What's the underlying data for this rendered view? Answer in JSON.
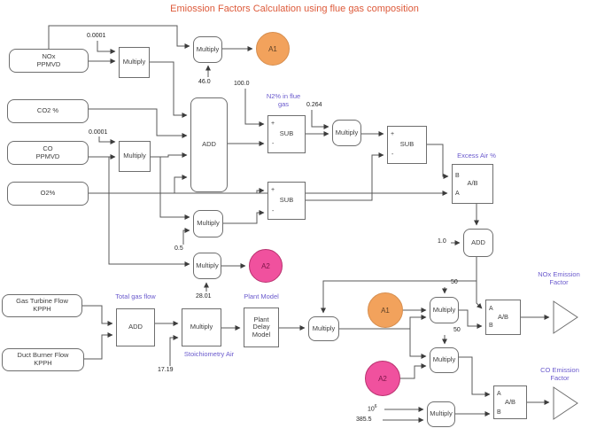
{
  "title": "Emiossion Factors Calculation using flue gas composition",
  "colors": {
    "title": "#dd5a3a",
    "annotation": "#6a5acd",
    "a1_fill": "#f2a25c",
    "a1_border": "#d68e4f",
    "a2_fill": "#f0519e",
    "a2_border": "#b8326f",
    "wire": "#595959",
    "block_border": "#6e6e6e"
  },
  "ops": {
    "multiply": "Multiply",
    "add": "ADD",
    "sub": "SUB",
    "divide": "A/B"
  },
  "ports": {
    "plus": "+",
    "minus": "-",
    "a": "A",
    "b": "B"
  },
  "inputs": {
    "nox": "NOx\nPPMVD",
    "co2": "CO2 %",
    "co": "CO\nPPMVD",
    "o2": "O2%",
    "gas_turbine": "Gas Turbine Flow\nKPPH",
    "duct_burner": "Duct Burner Flow\nKPPH"
  },
  "blocks": {
    "plant_delay": "Plant\nDelay\nModel"
  },
  "tags": {
    "a1": "A1",
    "a2": "A2"
  },
  "constants": {
    "nox_scale": "0.0001",
    "mw_no2": "46.0",
    "hundred": "100.0",
    "co_scale": "0.0001",
    "n2_factor": "0.264",
    "half": "0.5",
    "mw_co": "28.01",
    "stoich": "17.19",
    "one": "1.0",
    "fifty_nox": "50",
    "fifty_co": "50",
    "ten": "10",
    "ten_exp": "6",
    "molar_vol": "385.5"
  },
  "annotations": {
    "n2_flue": "N2% in flue\ngas",
    "excess_air": "Excess Air %",
    "total_gas_flow": "Total gas flow",
    "plant_model": "Plant Model",
    "stoichiometry_air": "Stoichiometry Air",
    "nox_ef": "NOx Emission\nFactor",
    "co_ef": "CO Emission\nFactor"
  }
}
